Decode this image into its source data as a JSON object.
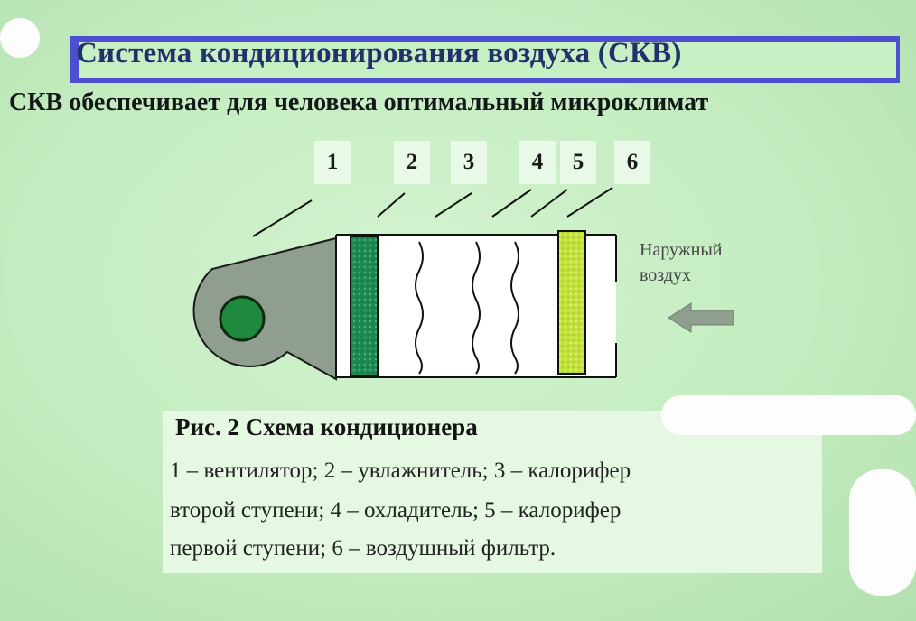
{
  "slide": {
    "title": "Система кондиционирования воздуха (СКВ)",
    "subtitle": "СКВ обеспечивает  для человека оптимальный микроклимат"
  },
  "diagram": {
    "component_numbers": [
      "1",
      "2",
      "3",
      "4",
      "5",
      "6"
    ],
    "outside_air_line1": "Наружный",
    "outside_air_line2": "воздух",
    "colors": {
      "fan_body": "#8f9e8f",
      "fan_hub": "#1f8a3e",
      "filter": "#1c8a52",
      "heater1": "#c0e23a",
      "arrow": "#8e9f8f"
    }
  },
  "caption": {
    "title": "Рис. 2  Схема кондиционера",
    "line1": "1 – вентилятор; 2 – увлажнитель; 3 – калорифер",
    "line2": "второй ступени; 4 – охладитель; 5 – калорифер",
    "line3": "первой ступени; 6 – воздушный фильтр."
  }
}
